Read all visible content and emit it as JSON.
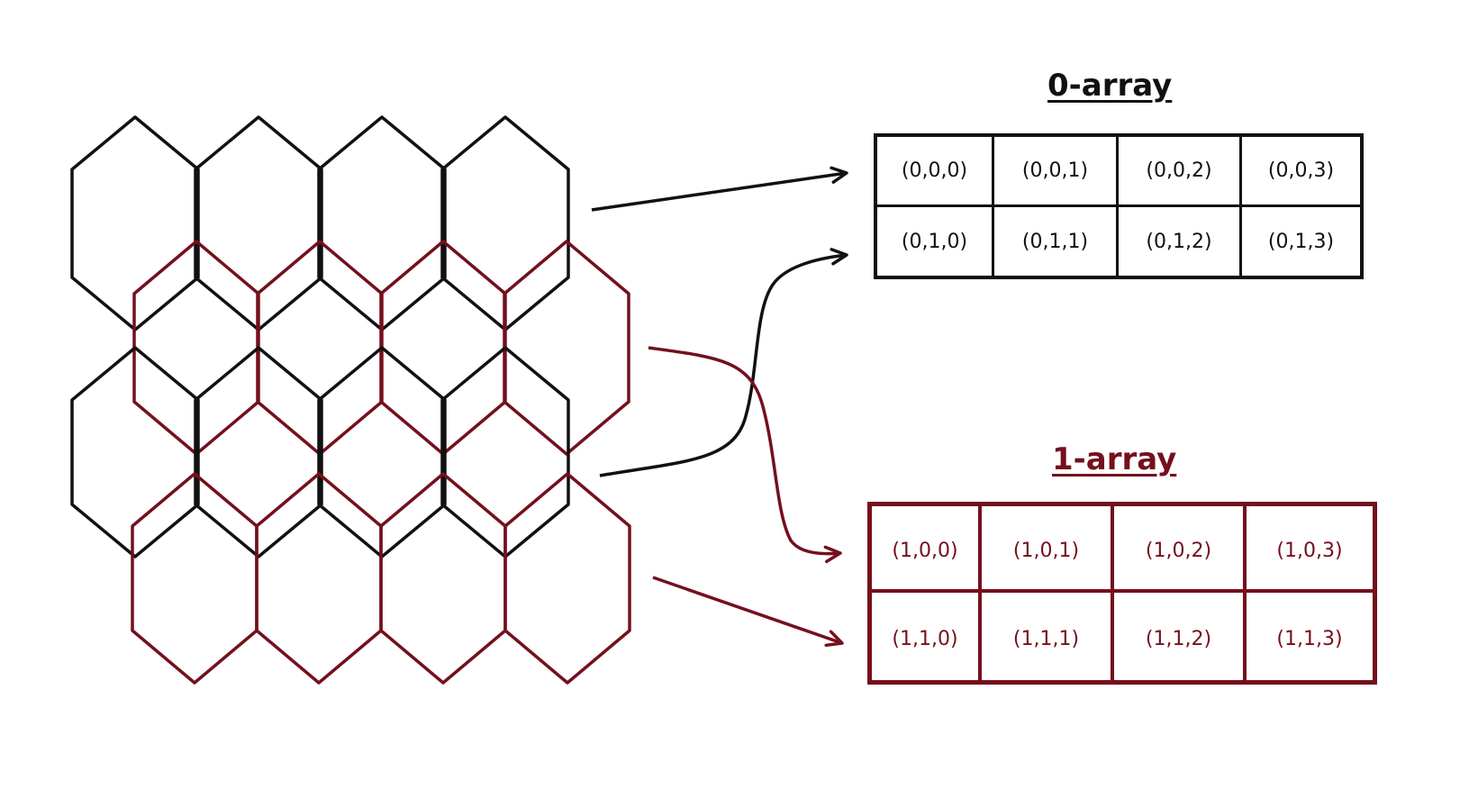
{
  "colors": {
    "black": "#111111",
    "red": "#74101d",
    "background": "#ffffff"
  },
  "arrays": [
    {
      "title": "0-array",
      "color": "#111111",
      "rows": [
        [
          "(0,0,0)",
          "(0,0,1)",
          "(0,0,2)",
          "(0,0,3)"
        ],
        [
          "(0,1,0)",
          "(0,1,1)",
          "(0,1,2)",
          "(0,1,3)"
        ]
      ]
    },
    {
      "title": "1-array",
      "color": "#74101d",
      "rows": [
        [
          "(1,0,0)",
          "(1,0,1)",
          "(1,0,2)",
          "(1,0,3)"
        ],
        [
          "(1,1,0)",
          "(1,1,1)",
          "(1,1,2)",
          "(1,1,3)"
        ]
      ]
    }
  ],
  "hex_rows": [
    {
      "array": 0,
      "row": 0,
      "color": "#111111",
      "count": 4
    },
    {
      "array": 1,
      "row": 0,
      "color": "#74101d",
      "count": 4
    },
    {
      "array": 0,
      "row": 1,
      "color": "#111111",
      "count": 4
    },
    {
      "array": 1,
      "row": 1,
      "color": "#74101d",
      "count": 4
    }
  ]
}
